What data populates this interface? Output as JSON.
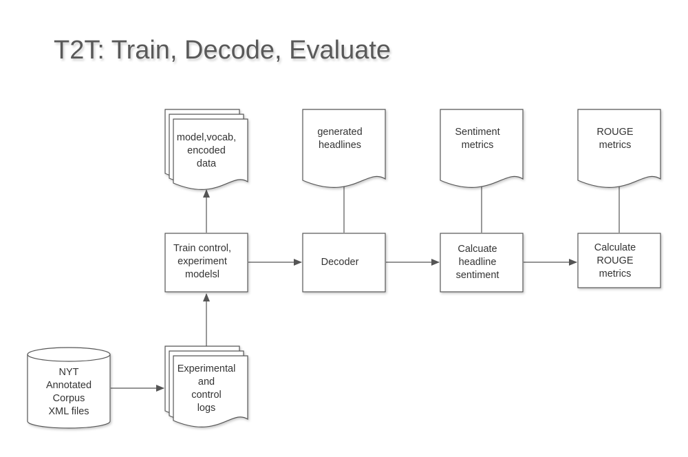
{
  "title": "T2T: Train, Decode, Evaluate",
  "nodes": {
    "nyt_corpus": "NYT\nAnnotated\nCorpus\nXML files",
    "experimental_logs": "Experimental\nand\ncontrol\nlogs",
    "train_control": "Train control,\nexperiment\nmodelsl",
    "model_vocab": "model,vocab,\nencoded\ndata",
    "decoder": "Decoder",
    "generated_headlines": "generated\nheadlines",
    "calc_sentiment": "Calcuate\nheadline\nsentiment",
    "sentiment_metrics": "Sentiment\nmetrics",
    "calc_rouge": "Calculate\nROUGE\nmetrics",
    "rouge_metrics": "ROUGE\nmetrics"
  },
  "edges": [
    {
      "from": "nyt_corpus",
      "to": "experimental_logs"
    },
    {
      "from": "experimental_logs",
      "to": "train_control"
    },
    {
      "from": "train_control",
      "to": "model_vocab"
    },
    {
      "from": "train_control",
      "to": "decoder"
    },
    {
      "from": "decoder",
      "to": "generated_headlines"
    },
    {
      "from": "decoder",
      "to": "calc_sentiment"
    },
    {
      "from": "calc_sentiment",
      "to": "sentiment_metrics"
    },
    {
      "from": "calc_sentiment",
      "to": "calc_rouge"
    },
    {
      "from": "calc_rouge",
      "to": "rouge_metrics"
    }
  ],
  "colors": {
    "stroke": "#555555",
    "fill": "#ffffff",
    "text": "#333333",
    "title": "#595959"
  }
}
